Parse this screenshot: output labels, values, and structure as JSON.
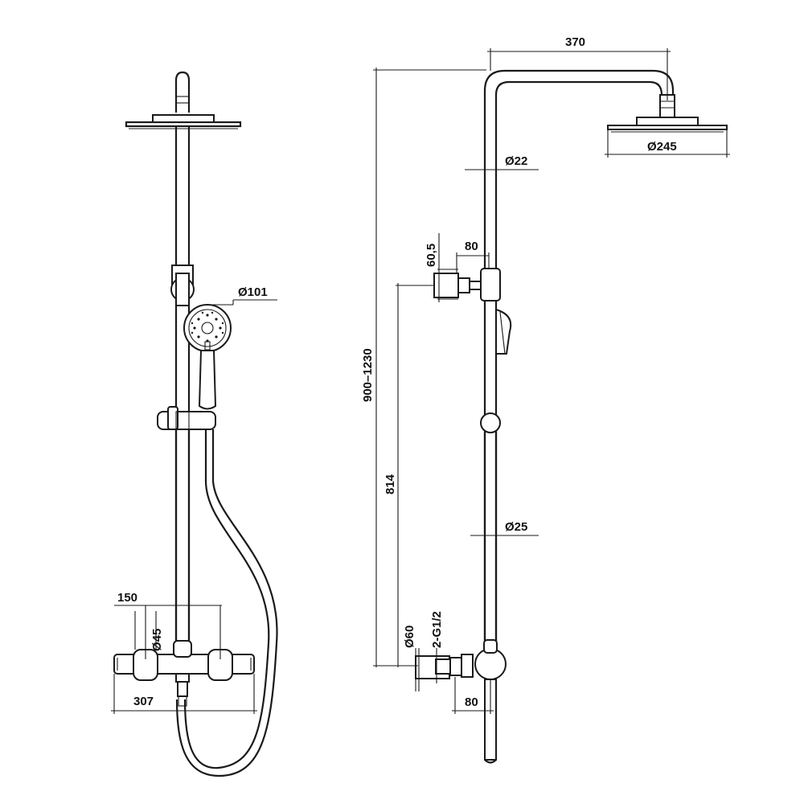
{
  "dimensions": {
    "arm_length": "370",
    "head_diameter": "Ø245",
    "riser_top_diameter": "Ø22",
    "bracket_offset": "80",
    "bracket_height": "60,5",
    "riser_height_range": "900–1230",
    "hand_shower_diameter": "Ø101",
    "outlet_height": "814",
    "riser_bottom_diameter": "Ø25",
    "valve_spacing": "150",
    "knob_diameter": "Ø45",
    "valve_width": "307",
    "connector_diameter": "Ø60",
    "connector_thread": "2-G1/2",
    "connector_offset": "80"
  },
  "colors": {
    "line": "#1a1a1a",
    "background": "#ffffff"
  }
}
